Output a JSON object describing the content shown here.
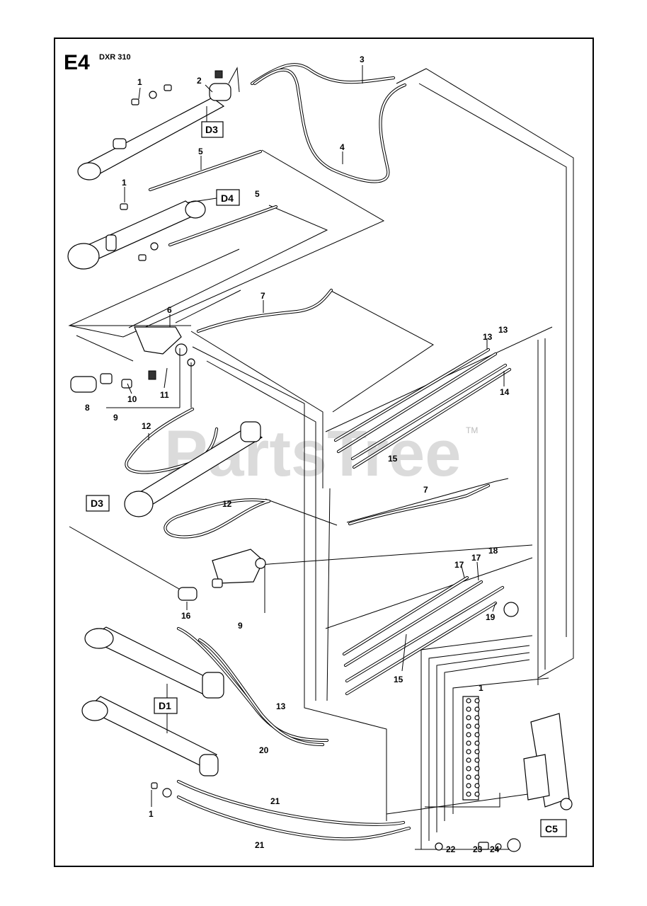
{
  "header": {
    "section_code": "E4",
    "model": "DXR 310"
  },
  "watermark": {
    "text": "PartsTree",
    "tm": "TM"
  },
  "reference_boxes": {
    "d3_top": "D3",
    "d4": "D4",
    "d3_left": "D3",
    "d1": "D1",
    "c5": "C5"
  },
  "part_labels": {
    "p1_top": "1",
    "p2": "2",
    "p3": "3",
    "p4": "4",
    "p5_a": "5",
    "p5_b": "5",
    "p1_b": "1",
    "p6": "6",
    "p7_top": "7",
    "p8": "8",
    "p9_a": "9",
    "p10": "10",
    "p11": "11",
    "p12_a": "12",
    "p12_b": "12",
    "p13_a": "13",
    "p13_b": "13",
    "p14": "14",
    "p15_a": "15",
    "p7_mid": "7",
    "p16": "16",
    "p9_b": "9",
    "p17_a": "17",
    "p17_b": "17",
    "p18": "18",
    "p19": "19",
    "p15_b": "15",
    "p1_valve": "1",
    "p13_c": "13",
    "p20": "20",
    "p21_a": "21",
    "p21_b": "21",
    "p1_bottom": "1",
    "p22": "22",
    "p23": "23",
    "p24": "24"
  }
}
